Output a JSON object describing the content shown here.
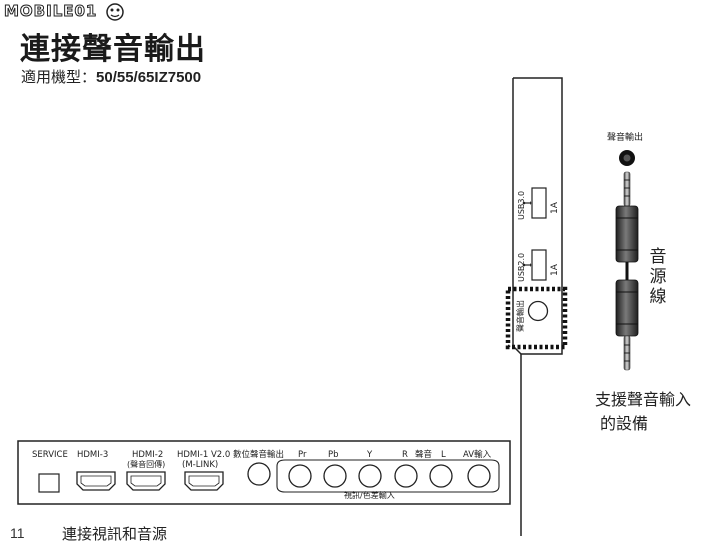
{
  "watermark": "MOBILE01",
  "title": "連接聲音輸出",
  "subtitle": {
    "label": "適用機型：",
    "model": "50/55/65IZ7500"
  },
  "side_panel": {
    "usb3_label": "USB3.0",
    "usb3_rating": "1A",
    "usb2_label": "USB2.0",
    "usb2_rating": "1A",
    "audio_out_label": "聲音輸出"
  },
  "cable": {
    "jack_label": "聲音輸出",
    "cable_label": "音源線",
    "device_line1": "支援聲音輸入",
    "device_line2": "的設備"
  },
  "bottom_panel": {
    "service": "SERVICE",
    "hdmi3": "HDMI-3",
    "hdmi2_line1": "HDMI-2",
    "hdmi2_line2": "(聲音回傳)",
    "hdmi1_line1": "HDMI-1 V2.0",
    "hdmi1_line2": "(M-LINK)",
    "digital_audio": "數位聲音輸出",
    "pr": "Pr",
    "pb": "Pb",
    "y": "Y",
    "r": "R",
    "audio": "聲音",
    "l": "L",
    "av_in": "AV輸入",
    "video_in": "視訊/色差輸入"
  },
  "footer": {
    "page_number": "11",
    "section": "連接視訊和音源"
  }
}
